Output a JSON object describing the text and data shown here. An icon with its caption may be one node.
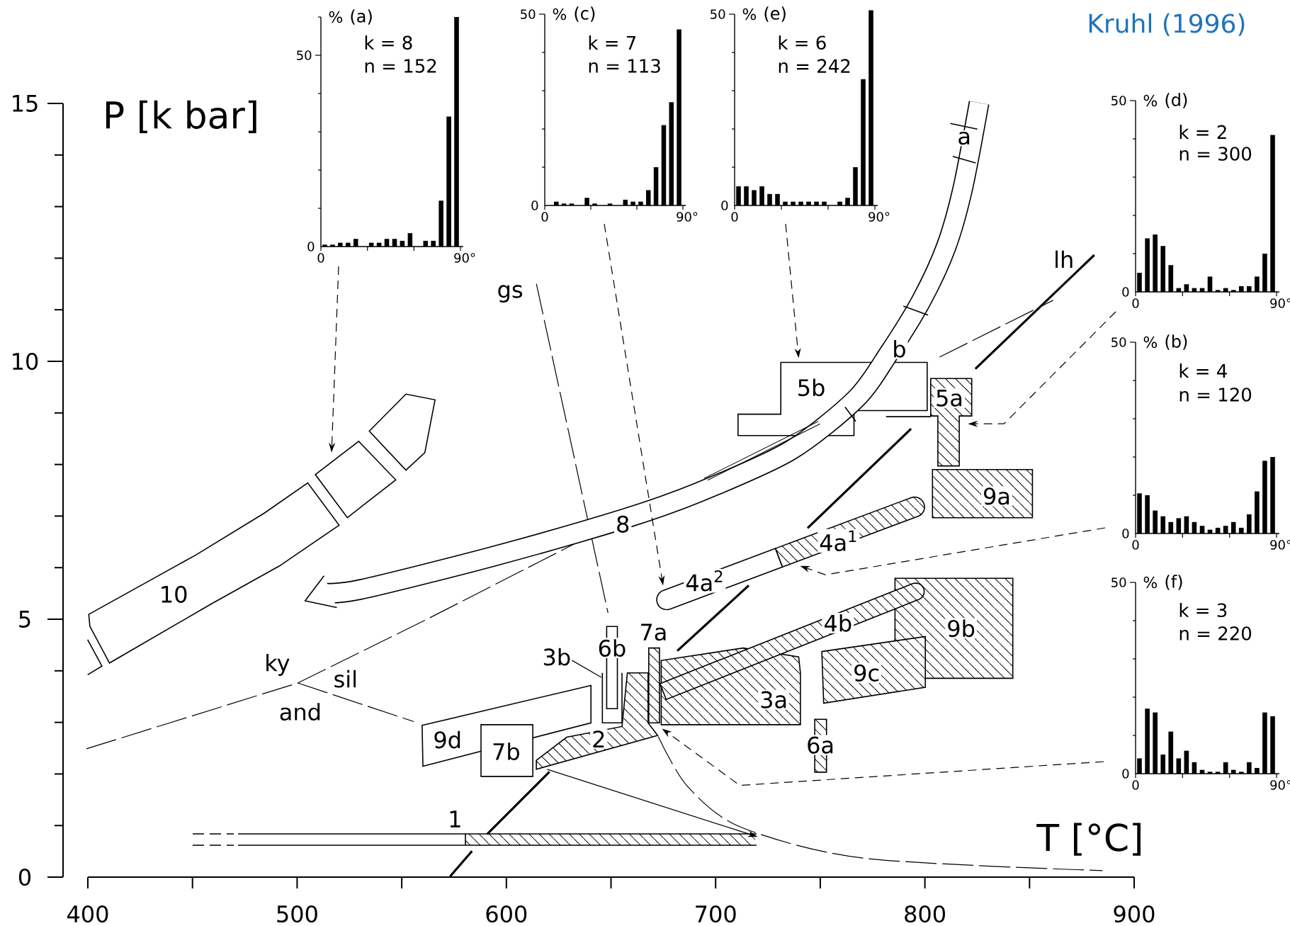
{
  "diagram": {
    "nodes": [
      {
        "text": [
          "%",
          "(a)",
          "k = 8",
          "n = 152",
          "50",
          "0",
          "0",
          "90°"
        ]
      },
      {
        "text": [
          "%",
          "(c)",
          "k = 7",
          "n = 113",
          "50",
          "0",
          "0",
          "90°"
        ]
      },
      {
        "text": [
          "%",
          "(e)",
          "k = 6",
          "n = 242",
          "50",
          "0",
          "0",
          "90°"
        ]
      },
      {
        "text": [
          "%",
          "(d)",
          "k = 2",
          "n = 300",
          "50",
          "0",
          "0",
          "90°"
        ]
      },
      {
        "text": [
          "%",
          "(b)",
          "k = 4",
          "n = 120",
          "50",
          "0",
          "0",
          "90°"
        ]
      },
      {
        "text": [
          "%",
          "(f)",
          "k = 3",
          "n = 220",
          "50",
          "0",
          "0",
          "90°"
        ]
      },
      {
        "text": [
          "10"
        ]
      },
      {
        "text": [
          "5b"
        ]
      },
      {
        "text": [
          "5a"
        ]
      },
      {
        "text": [
          "9a"
        ]
      },
      {
        "text": [
          "4a$^{1}$"
        ]
      },
      {
        "text": [
          "4a$^{2}$"
        ]
      },
      {
        "text": [
          "9b"
        ]
      },
      {
        "text": [
          "4b"
        ]
      },
      {
        "text": [
          "9c"
        ]
      },
      {
        "text": [
          "3a"
        ]
      },
      {
        "text": [
          "7a"
        ]
      },
      {
        "text": [
          "6b"
        ]
      },
      {
        "text": [
          "3b"
        ]
      },
      {
        "text": [],
        "shape": "box"
      },
      {
        "text": [
          "2"
        ]
      },
      {
        "text": [
          "9d"
        ]
      },
      {
        "text": [
          "7b"
        ]
      },
      {
        "text": [
          "6a"
        ]
      },
      {
        "text": [
          "1"
        ]
      }
    ],
    "edges": [
      {
        "from": 0,
        "to": 6,
        "arrow": "to",
        "style": "dashed"
      },
      {
        "from": 1,
        "to": 11,
        "arrow": "to",
        "style": "dashed"
      },
      {
        "from": 2,
        "to": 7,
        "arrow": "to",
        "style": "dashed"
      },
      {
        "from": 3,
        "to": 8,
        "arrow": "to",
        "style": "dashed"
      },
      {
        "from": 4,
        "to": 10,
        "arrow": "to",
        "style": "dashed"
      },
      {
        "from": 5,
        "to": 20,
        "arrow": "to",
        "style": "dashed"
      },
      {
        "from": 18,
        "to": 19,
        "arrow": "none"
      },
      {
        "from": 20,
        "to": 24,
        "arrow": "to"
      }
    ],
    "labels": [
      "Kruhl (1996)",
      "P [k bar]",
      "a",
      "gs",
      "lh",
      "b",
      "8",
      "ky",
      "sil",
      "and",
      "T [°C]",
      "15",
      "10",
      "5",
      "0",
      "400",
      "500",
      "600",
      "700",
      "800",
      "900"
    ]
  }
}
